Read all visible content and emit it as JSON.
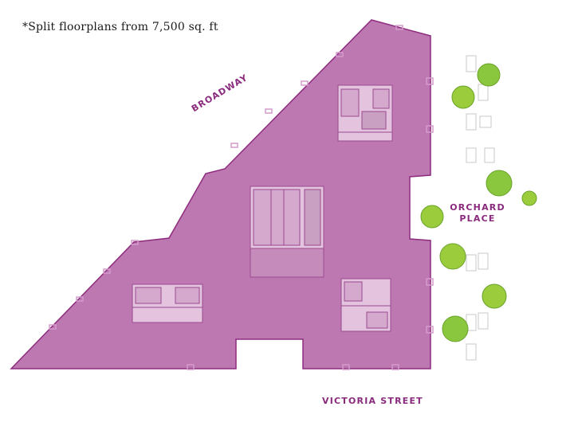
{
  "floorplan": {
    "note": "*Split floorplans from 7,500 sq. ft",
    "streets": {
      "broadway": "BROADWAY",
      "orchard_line1": "ORCHARD",
      "orchard_line2": "PLACE",
      "victoria": "VICTORIA STREET"
    }
  },
  "colors": {
    "floor_fill": "#bd78b2",
    "floor_stroke": "#8e2c7e",
    "label": "#8a2a7d",
    "core_fill": "#e3c3dd",
    "tree": "#9acc3c"
  }
}
